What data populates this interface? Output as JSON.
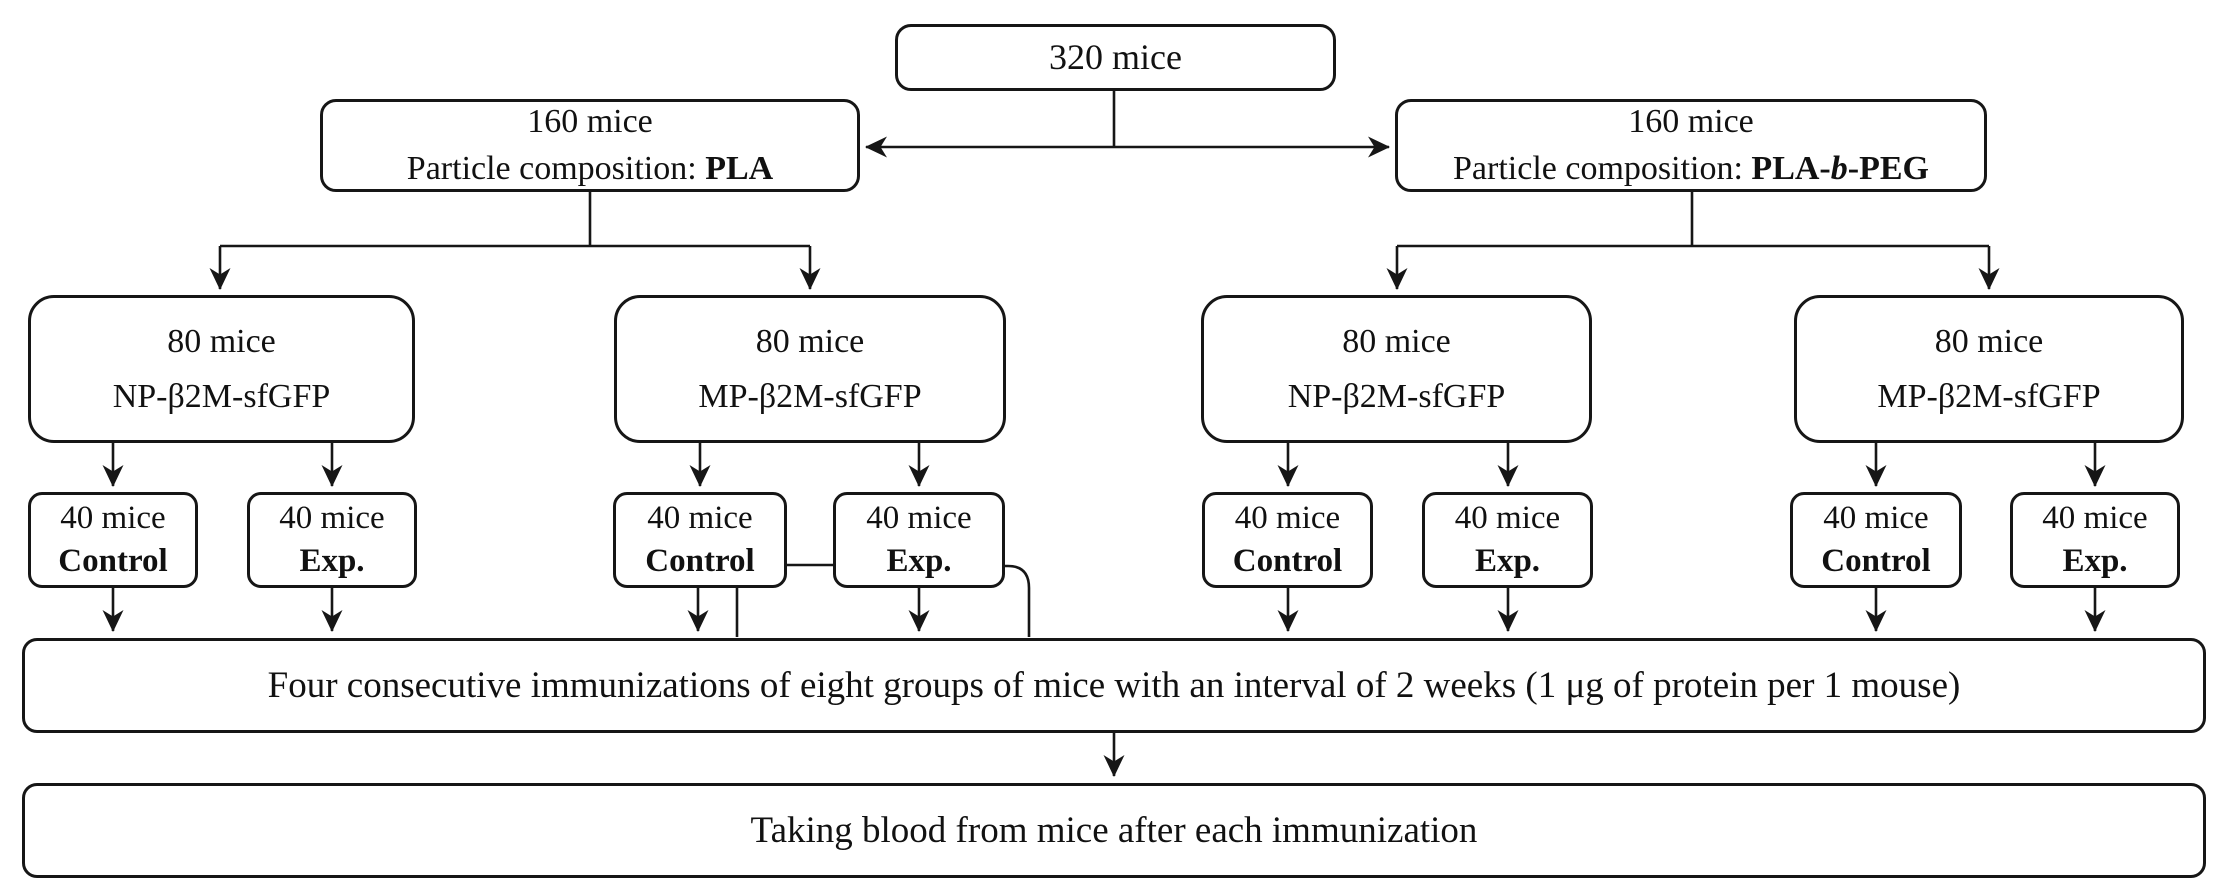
{
  "figure": {
    "root": {
      "line1": "320 mice"
    },
    "level2": [
      {
        "line1": "160 mice",
        "line2_label": "Particle composition: ",
        "comp_prefix": "PLA",
        "comp_italic": "",
        "comp_suffix": ""
      },
      {
        "line1": "160 mice",
        "line2_label": "Particle composition: ",
        "comp_prefix": "PLA-",
        "comp_italic": "b",
        "comp_suffix": "-PEG"
      }
    ],
    "level3": [
      {
        "line1": "80 mice",
        "line2": "NP-β2M-sfGFP"
      },
      {
        "line1": "80 mice",
        "line2": "MP-β2M-sfGFP"
      },
      {
        "line1": "80 mice",
        "line2": "NP-β2M-sfGFP"
      },
      {
        "line1": "80 mice",
        "line2": "MP-β2M-sfGFP"
      }
    ],
    "level4": [
      {
        "line1": "40 mice",
        "line2": "Control"
      },
      {
        "line1": "40 mice",
        "line2": "Exp."
      },
      {
        "line1": "40 mice",
        "line2": "Control"
      },
      {
        "line1": "40 mice",
        "line2": "Exp."
      },
      {
        "line1": "40 mice",
        "line2": "Control"
      },
      {
        "line1": "40 mice",
        "line2": "Exp."
      },
      {
        "line1": "40 mice",
        "line2": "Control"
      },
      {
        "line1": "40 mice",
        "line2": "Exp."
      }
    ],
    "immunization": {
      "text": "Four consecutive immunizations of eight groups of mice with an interval of 2 weeks (1 μg of protein per 1 mouse)"
    },
    "blood": {
      "text": "Taking blood from mice after each immunization"
    },
    "line_color": "#161616"
  }
}
